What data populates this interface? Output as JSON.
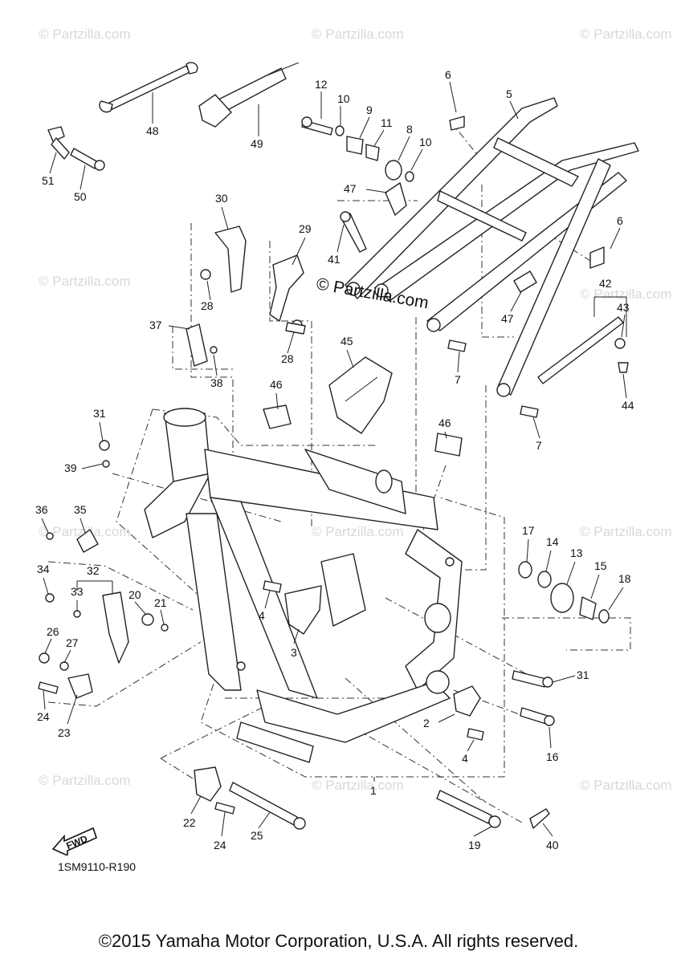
{
  "watermark": "© Partzilla.com",
  "center_watermark": "© Partzilla.com",
  "diagram_code": "1SM9110-R190",
  "fwd_label": "FWD",
  "copyright": "©2015 Yamaha Motor Corporation, U.S.A. All rights reserved.",
  "callouts": {
    "c1": "1",
    "c2": "2",
    "c3": "3",
    "c4a": "4",
    "c4b": "4",
    "c5": "5",
    "c6a": "6",
    "c6b": "6",
    "c7a": "7",
    "c7b": "7",
    "c8": "8",
    "c9": "9",
    "c10a": "10",
    "c10b": "10",
    "c11": "11",
    "c12": "12",
    "c13": "13",
    "c14": "14",
    "c15": "15",
    "c16": "16",
    "c17": "17",
    "c18": "18",
    "c19": "19",
    "c20": "20",
    "c21": "21",
    "c22": "22",
    "c23": "23",
    "c24a": "24",
    "c24b": "24",
    "c25": "25",
    "c26": "26",
    "c27": "27",
    "c28a": "28",
    "c28b": "28",
    "c29": "29",
    "c30": "30",
    "c31a": "31",
    "c31b": "31",
    "c32": "32",
    "c33": "33",
    "c34": "34",
    "c35": "35",
    "c36": "36",
    "c37": "37",
    "c38": "38",
    "c39": "39",
    "c40": "40",
    "c41": "41",
    "c42": "42",
    "c43": "43",
    "c44": "44",
    "c45": "45",
    "c46a": "46",
    "c46b": "46",
    "c47a": "47",
    "c47b": "47",
    "c48": "48",
    "c49": "49",
    "c50": "50",
    "c51": "51"
  }
}
